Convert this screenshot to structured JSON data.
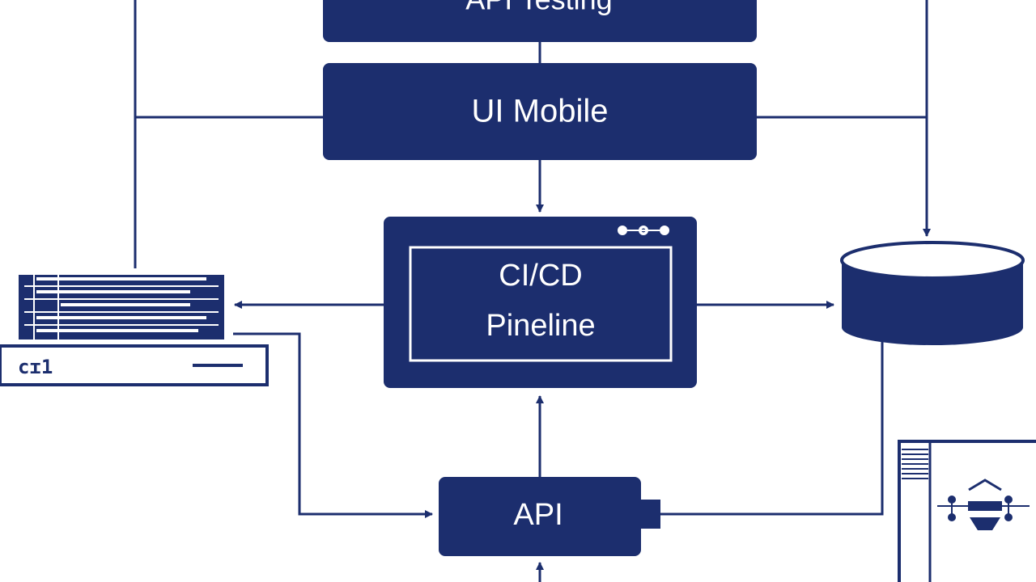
{
  "colors": {
    "primary": "#1c2e6e",
    "background": "#ffffff",
    "text_on_primary": "#ffffff"
  },
  "nodes": {
    "api_testing": {
      "label": "API Testing"
    },
    "ui_mobile": {
      "label": "UI Mobile"
    },
    "cicd": {
      "line1": "CI/CD",
      "line2": "Pineline"
    },
    "api": {
      "label": "API"
    }
  },
  "icons": {
    "window_controls": "window-dots-icon",
    "server": "server-rack-icon",
    "database": "database-icon",
    "network_panel": "network-panel-icon"
  },
  "server_label": "cɪ1"
}
